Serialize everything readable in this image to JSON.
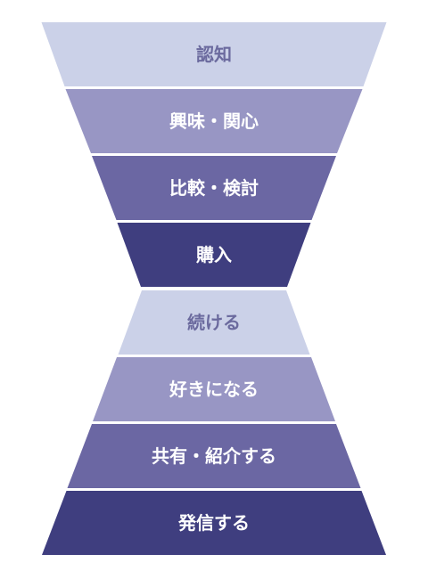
{
  "funnel": {
    "stages": [
      {
        "label": "認知",
        "fill": "#cbd1e8",
        "text_color": "#6b6a9e"
      },
      {
        "label": "興味・関心",
        "fill": "#9896c4",
        "text_color": "#ffffff"
      },
      {
        "label": "比較・検討",
        "fill": "#6b67a3",
        "text_color": "#ffffff"
      },
      {
        "label": "購入",
        "fill": "#3f3e7f",
        "text_color": "#ffffff"
      }
    ]
  },
  "pyramid": {
    "stages": [
      {
        "label": "続ける",
        "fill": "#cbd1e8",
        "text_color": "#6b6a9e"
      },
      {
        "label": "好きになる",
        "fill": "#9896c4",
        "text_color": "#ffffff"
      },
      {
        "label": "共有・紹介する",
        "fill": "#6b67a3",
        "text_color": "#ffffff"
      },
      {
        "label": "発信する",
        "fill": "#3f3e7f",
        "text_color": "#ffffff"
      }
    ]
  }
}
